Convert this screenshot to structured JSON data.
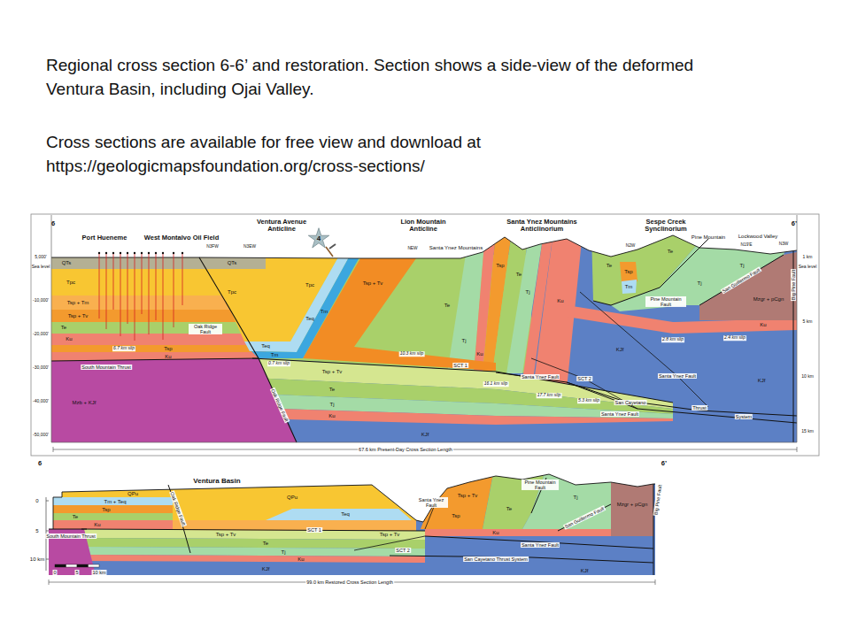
{
  "diagram": {
    "title": "Regional cross section 6-6’ and restoration. Section shows a side-view of the deformed Ventura Basin, including Ojai Valley.",
    "caption": "Cross sections are available for free view and download at https://geologicmapsfoundation.org/cross-sections/",
    "labels": [
      "6",
      "Port Hueneme",
      "West Montalvo Oil Field",
      "Ventura Avenue Anticline",
      "4",
      "Lion Mountain Anticline",
      "Santa Ynez Mountains Anticlinorium",
      "Sespe Creek Synclinorium",
      "6’",
      "Santa Ynez Mountains",
      "Pine Mountain",
      "Lockwood Valley",
      "N3FW",
      "N3EW",
      "NEW",
      "N2W",
      "N19'E",
      "N3W",
      "QTs",
      "Tpc",
      "Tsp + Tm",
      "Tsp + Tv",
      "Te",
      "Ku",
      "6.7 km slip",
      "Tsp",
      "Ku",
      "South Mountain Thrust",
      "Mzb + KJf",
      "QTs",
      "Tpc",
      "Oak Ridge Fault",
      "Teq",
      "Tm",
      "0.7 km slip",
      "Tpc",
      "Teq",
      "Tm",
      "Tsp + Tv",
      "Te",
      "10.3 km slip",
      "Tj",
      "Ku",
      "Oak Ridge Fault",
      "Tsp + Tv",
      "Te",
      "Tj",
      "Ku",
      "KJf",
      "SCT 1",
      "Santa Ynez Fault",
      "16.1 km slip",
      "17.7 km slip",
      "SCT 2",
      "5.3 km slip",
      "San Cayetano",
      "Thrust",
      "Santa Ynez Fault",
      "Santa Ynez Fault",
      "System",
      "Tsp",
      "Te",
      "Tj",
      "Ku",
      "KJf",
      "Te",
      "Tsp",
      "Tm",
      "Te",
      "Tj",
      "Pine Mountain Fault",
      "Tj",
      "San Guillermo Fault",
      "Mzgr + pCgn",
      "Big Pine Fault",
      "2.8 km slip",
      "2.4 km slip",
      "Ku",
      "KJf",
      "67.6 km Present-Day Cross Section Length",
      "5,000'",
      "Sea level",
      "-10,000'",
      "-20,000'",
      "-30,000'",
      "-40,000'",
      "-50,000'",
      "1 km",
      "Sea level",
      "5 km",
      "10 km",
      "15 km",
      "6",
      "6’",
      "Ventura Basin",
      "QPu",
      "QPu",
      "Teq",
      "Oak Ridge Fault",
      "Tm + Teq",
      "Tsp",
      "Te",
      "Ku",
      "South Mountain Thrust",
      "Tsp + Tv",
      "SCT 1",
      "Te",
      "Tj",
      "Ku",
      "KJf",
      "Tsp + Tv",
      "Santa Ynez Fault",
      "Tsp + Tv",
      "Tsp",
      "Pine Mountain Fault",
      "Te",
      "Tj",
      "San Guillermo Fault",
      "Mzgr + pCgn",
      "Big Pine Fault",
      "Ku",
      "KJf",
      "SCT 2",
      "Santa Ynez Fault",
      "San Cayetano Thrust System",
      "0",
      "5",
      "10 km",
      "0",
      "5",
      "10 km",
      "99.0 km Restored Cross Section Length"
    ]
  }
}
